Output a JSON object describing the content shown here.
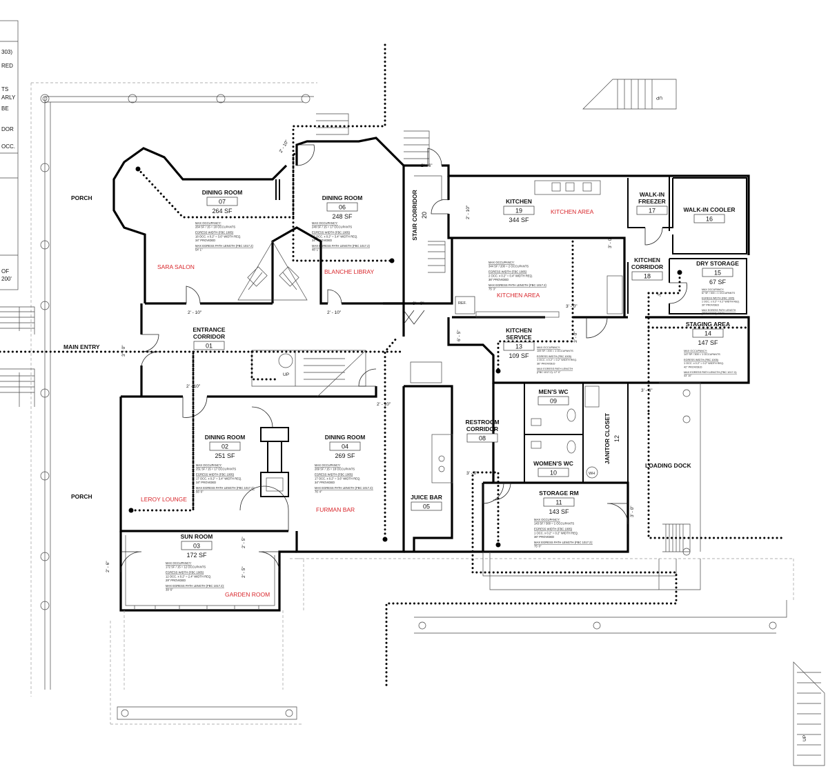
{
  "rooms": [
    {
      "id": "dining-room-07",
      "name": "DINING ROOM",
      "number": "07",
      "area": "264 SF",
      "notes": [
        "MAX OCCUPANCY:",
        "264 SF / 15 = 18 OCCUPANTS",
        "EGRESS WIDTH (FBC 1005)",
        "18 OCC. x 0.2\" = 3.6\" WIDTH REQ.",
        "34\" PROVIDED",
        "MAX EGRESS PATH LENGTH (FBC 1017.2)",
        "54' 1\""
      ]
    },
    {
      "id": "dining-room-06",
      "name": "DINING ROOM",
      "number": "06",
      "area": "248 SF",
      "notes": [
        "MAX OCCUPANCY:",
        "248 SF / 15 = 17 OCCUPANTS",
        "EGRESS WIDTH (FBC 1005)",
        "17 OCC. x 0.2\" = 3.4\" WIDTH REQ.",
        "34\" PROVIDED",
        "MAX EGRESS PATH LENGTH (FBC 1017.2)",
        "48' 1\""
      ]
    },
    {
      "id": "kitchen-19",
      "name": "KITCHEN",
      "number": "19",
      "area": "344 SF",
      "notes": [
        "MAX OCCUPANCY:",
        "344 SF / 200 = 2 OCCUPANTS",
        "EGRESS WIDTH (FBC 1005)",
        "2 OCC. x 0.2\" = 0.4\" WIDTH REQ.",
        "36\" PROVIDED",
        "MAX EGRESS PATH LENGTH (FBC 1017.2)",
        "75' 3\""
      ]
    },
    {
      "id": "walk-in-freezer-17",
      "name": "WALK-IN FREEZER",
      "number": "17"
    },
    {
      "id": "walk-in-cooler-16",
      "name": "WALK-IN COOLER",
      "number": "16"
    },
    {
      "id": "stair-corridor-20",
      "name": "STAIR CORRIDOR",
      "number": "20"
    },
    {
      "id": "kitchen-corridor-18",
      "name": "KITCHEN CORRIDOR",
      "number": "18"
    },
    {
      "id": "dry-storage-15",
      "name": "DRY STORAGE",
      "number": "15",
      "area": "67 SF",
      "notes": [
        "MAX OCCUPANCY:",
        "67 SF / 300 = 1 OCCUPANTS",
        "EGRESS WIDTH (FBC 1005)",
        "1 OCC. x 0.2\" = 0.2\" WIDTH REQ.",
        "30\" PROVIDED",
        "MAX EGRESS PATH LENGTH",
        "(FBC 1017.2): 17' 3\""
      ]
    },
    {
      "id": "staging-area-14",
      "name": "STAGING AREA",
      "number": "14",
      "area": "147 SF",
      "notes": [
        "MAX OCCUPANCY:",
        "147 SF / 300 = 1 OCCUPANTS",
        "EGRESS WIDTH (FBC 1005)",
        "1 OCC. x 0.2\" = 0.2\" WIDTH REQ.",
        "42\" PROVIDED",
        "MAX EGRESS PATH LENGTH (FBC 1017.2):",
        "43' 10\""
      ]
    },
    {
      "id": "kitchen-service-13",
      "name": "KITCHEN SERVICE",
      "number": "13",
      "area": "109 SF",
      "notes": [
        "MAX OCCUPANCY:",
        "109 SF / 200 = 1 OCCUPANTS",
        "EGRESS WIDTH (FBC 1005)",
        "1 OCC. x 0.2\" = 0.2\" WIDTH REQ.",
        "36\" PROVIDED",
        "MAX EGRESS PATH LENGTH",
        "(FBC 1017.2): 17' 0\""
      ]
    },
    {
      "id": "entrance-corridor-01",
      "name": "ENTRANCE CORRIDOR",
      "number": "01"
    },
    {
      "id": "dining-room-02",
      "name": "DINING ROOM",
      "number": "02",
      "area": "251 SF",
      "notes": [
        "MAX OCCUPANCY:",
        "251 SF / 15 = 17 OCCUPANTS",
        "EGRESS WIDTH (FBC 1005)",
        "17 OCC. x 0.2\" = 3.4\" WIDTH REQ.",
        "34\" PROVIDED",
        "MAX EGRESS PATH LENGTH (FBC 1017.2):",
        "56' 6\""
      ]
    },
    {
      "id": "dining-room-04",
      "name": "DINING ROOM",
      "number": "04",
      "area": "269 SF",
      "notes": [
        "MAX OCCUPANCY:",
        "269 SF / 15 = 18 OCCUPANTS",
        "EGRESS WIDTH (FBC 1005)",
        "17 OCC. x 0.2\" = 3.6\" WIDTH REQ.",
        "34\" PROVIDED",
        "MAX EGRESS PATH LENGTH (FBC 1017.2):",
        "76' 4\""
      ]
    },
    {
      "id": "mens-wc-09",
      "name": "MEN'S WC",
      "number": "09"
    },
    {
      "id": "womens-wc-10",
      "name": "WOMEN'S WC",
      "number": "10"
    },
    {
      "id": "janitor-closet-12",
      "name": "JANITOR CLOSET",
      "number": "12"
    },
    {
      "id": "restroom-corridor-08",
      "name": "RESTROOM CORRIDOR",
      "number": "08"
    },
    {
      "id": "juice-bar-05",
      "name": "JUICE BAR",
      "number": "05"
    },
    {
      "id": "storage-rm-11",
      "name": "STORAGE RM",
      "number": "11",
      "area": "143 SF",
      "notes": [
        "MAX OCCUPANCY:",
        "143 SF / 300 = 1 OCCUPANTS",
        "EGRESS WIDTH (FBC 1005)",
        "1 OCC. x 0.2\" = 0.2\" WIDTH REQ.",
        "36\" PROVIDED",
        "MAX EGRESS PATH LENGTH (FBC 1017.2):",
        "75' 0\""
      ]
    },
    {
      "id": "sun-room-03",
      "name": "SUN ROOM",
      "number": "03",
      "area": "172 SF",
      "notes": [
        "MAX OCCUPANCY:",
        "172 SF / 15 = 12 OCCUPANTS",
        "EGRESS WIDTH (FBC 1005)",
        "12 OCC. x 0.2\" = 2.4\" WIDTH REQ.",
        "29\" PROVIDED",
        "MAX EGRESS PATH LENGTH (FBC 1017.2):",
        "39' 6\""
      ]
    }
  ],
  "area_labels": [
    "SARA SALON",
    "BLANCHE LIBRAY",
    "KITCHEN AREA",
    "KITCHEN AREA",
    "LEROY LOUNGE",
    "FURMAN BAR",
    "GARDEN ROOM"
  ],
  "plain_labels": {
    "porch_top": "PORCH",
    "porch_bottom": "PORCH",
    "main_entry": "MAIN ENTRY",
    "loading_dock": "LOADING DOCK",
    "ref": "REF.",
    "wh": "WH",
    "up": "UP",
    "up2": "UP",
    "up3": "UP"
  },
  "dimensions": [
    "2' - 10\"",
    "2' - 6\"",
    "2' - 10\"",
    "2' - 10\"",
    "2' - 10\"",
    "3' - 0\"",
    "3' - 0\"",
    "3' - 0\"",
    "3' - 0\"",
    "6' - 5\"",
    "3'",
    "3' - 6\"",
    "2' - 10\"",
    "2' - 10\"",
    "3' - 0\"",
    "3' - 0\"",
    "2' - 6\"",
    "2' - 5\"",
    "2' - 5\"",
    "3' - 0\""
  ],
  "left_fragments": [
    "303)",
    "RED",
    "TS",
    "ARLY",
    "BE",
    "DOR",
    "OCC.",
    "OF",
    "200'"
  ]
}
